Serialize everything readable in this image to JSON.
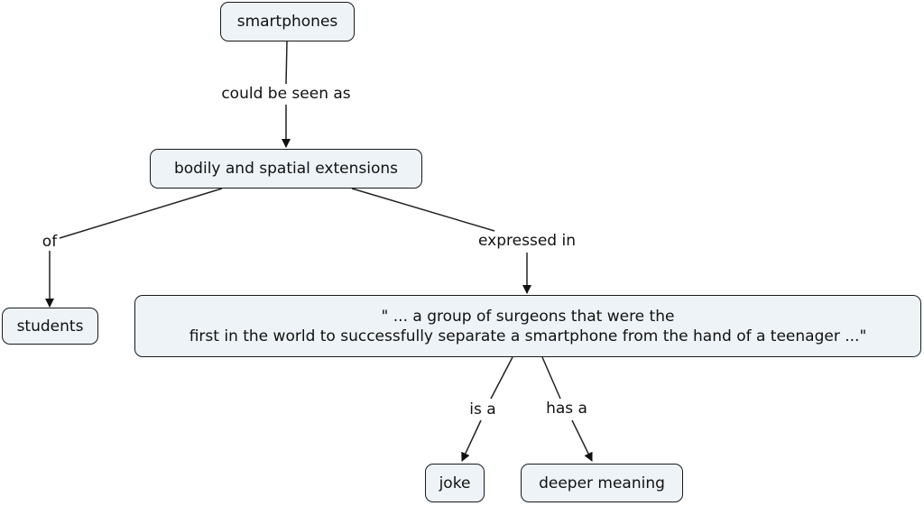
{
  "diagram": {
    "nodes": {
      "smartphones": "smartphones",
      "bodily": "bodily and spatial extensions",
      "students": "students",
      "quote_line1": "\" ... a group of surgeons that were the",
      "quote_line2": "first in the world to successfully separate a smartphone from the hand of a teenager ...\"",
      "joke": "joke",
      "deeper": "deeper meaning"
    },
    "links": {
      "could_be_seen_as": "could be seen as",
      "of": "of",
      "expressed_in": "expressed in",
      "is_a": "is a",
      "has_a": "has a"
    },
    "colors": {
      "node_fill": "#edf3f7",
      "stroke": "#1a1a1a"
    }
  }
}
